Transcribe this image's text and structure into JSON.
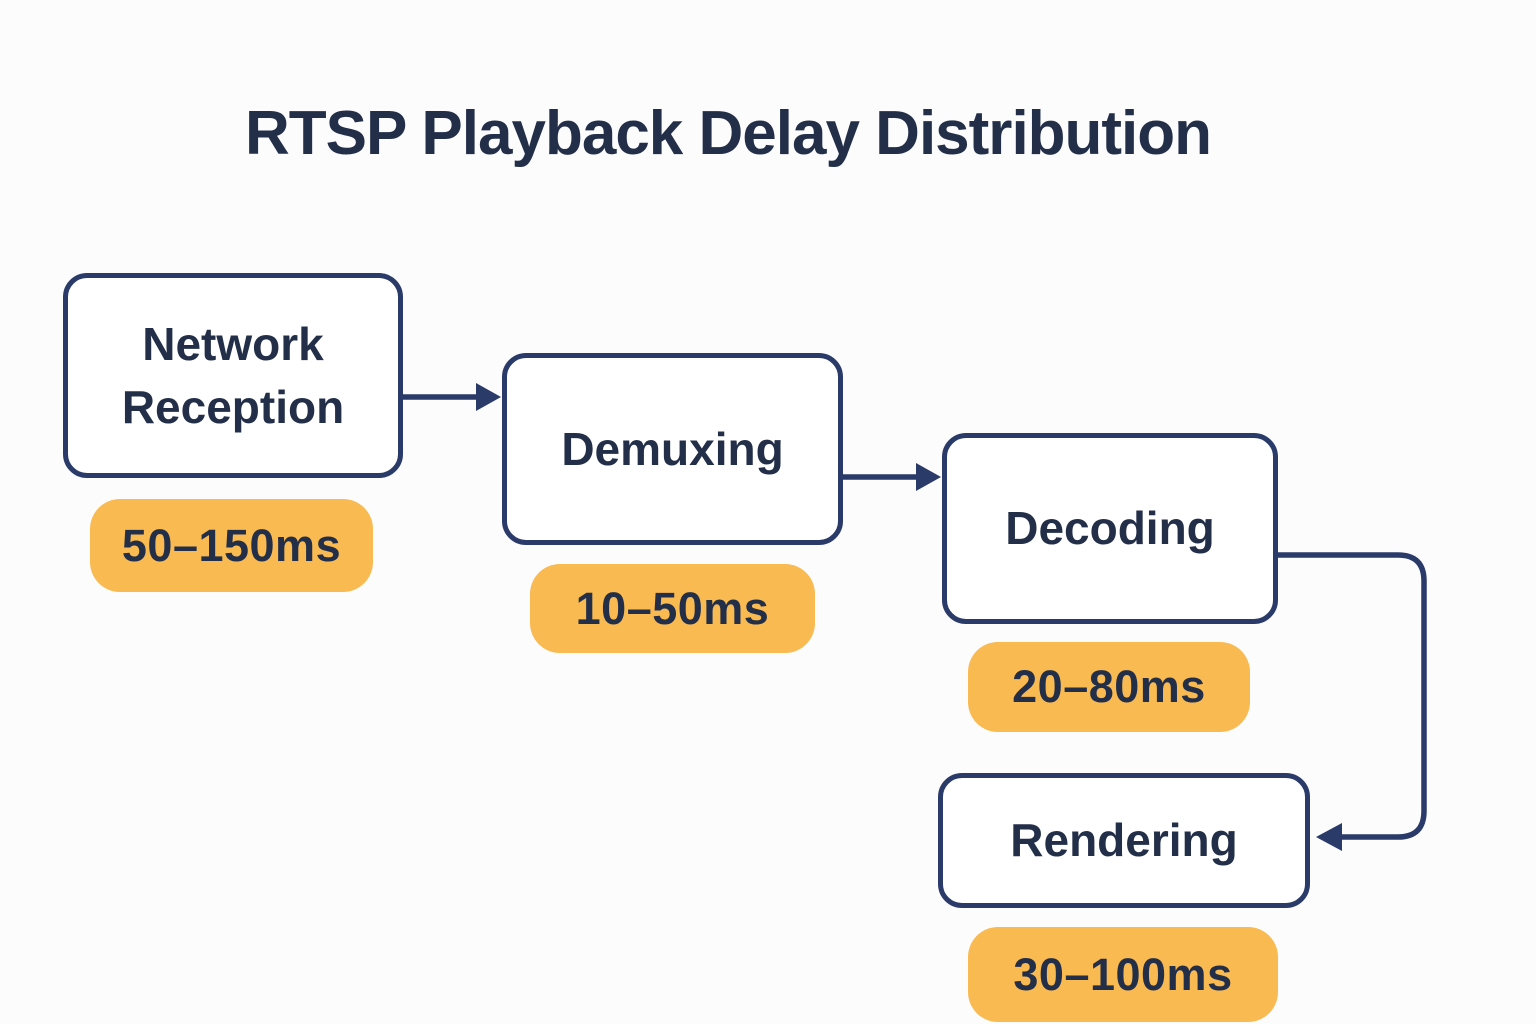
{
  "title": "RTSP Playback Delay Distribution",
  "colors": {
    "navy_line": "#2a3b69",
    "navy_text": "#232f49",
    "badge_bg": "#f9ba52",
    "box_bg": "#ffffff",
    "page_bg": "#fcfcfd"
  },
  "diagram": {
    "type": "flowchart",
    "nodes": [
      {
        "id": "network-reception",
        "label": "Network Reception",
        "delay": "50–150ms"
      },
      {
        "id": "demuxing",
        "label": "Demuxing",
        "delay": "10–50ms"
      },
      {
        "id": "decoding",
        "label": "Decoding",
        "delay": "20–80ms"
      },
      {
        "id": "rendering",
        "label": "Rendering",
        "delay": "30–100ms"
      }
    ],
    "edges": [
      {
        "from": "network-reception",
        "to": "demuxing"
      },
      {
        "from": "demuxing",
        "to": "decoding"
      },
      {
        "from": "decoding",
        "to": "rendering"
      }
    ]
  }
}
